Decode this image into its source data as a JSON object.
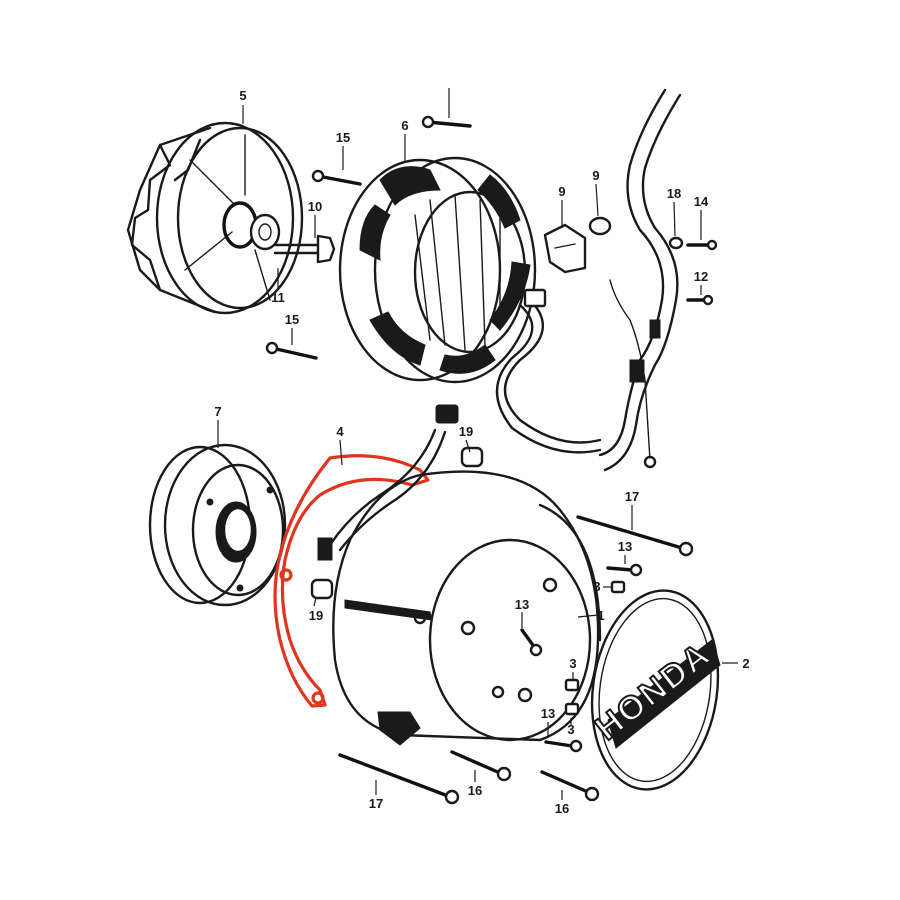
{
  "callouts": [
    {
      "id": "1",
      "text": "1"
    },
    {
      "id": "2",
      "text": "2"
    },
    {
      "id": "3a",
      "text": "3"
    },
    {
      "id": "3b",
      "text": "3"
    },
    {
      "id": "3c",
      "text": "3"
    },
    {
      "id": "4",
      "text": "4"
    },
    {
      "id": "5",
      "text": "5"
    },
    {
      "id": "6",
      "text": "6"
    },
    {
      "id": "7",
      "text": "7"
    },
    {
      "id": "9a",
      "text": "9"
    },
    {
      "id": "9b",
      "text": "9"
    },
    {
      "id": "10",
      "text": "10"
    },
    {
      "id": "11",
      "text": "11"
    },
    {
      "id": "12",
      "text": "12"
    },
    {
      "id": "13a",
      "text": "13"
    },
    {
      "id": "13b",
      "text": "13"
    },
    {
      "id": "13c",
      "text": "13"
    },
    {
      "id": "14",
      "text": "14"
    },
    {
      "id": "15a",
      "text": "15"
    },
    {
      "id": "15b",
      "text": "15"
    },
    {
      "id": "16a",
      "text": "16"
    },
    {
      "id": "16b",
      "text": "16"
    },
    {
      "id": "17a",
      "text": "17"
    },
    {
      "id": "17b",
      "text": "17"
    },
    {
      "id": "18",
      "text": "18"
    },
    {
      "id": "19a",
      "text": "19"
    },
    {
      "id": "19b",
      "text": "19"
    }
  ],
  "logo": {
    "text": "HONDA"
  },
  "highlight_color": "#e0341e",
  "line_color": "#1a1a1a"
}
